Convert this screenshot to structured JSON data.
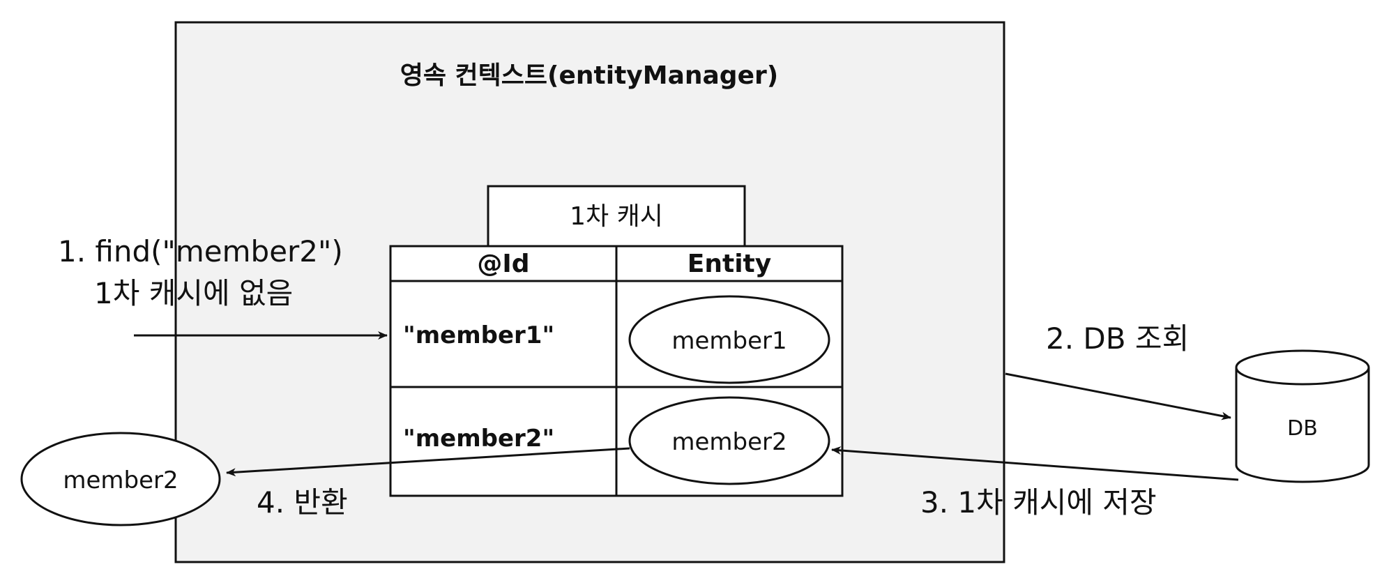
{
  "context": {
    "title": "영속 컨텍스트(entityManager)"
  },
  "cache": {
    "tab_label": "1차 캐시",
    "header_id": "@Id",
    "header_entity": "Entity",
    "rows": [
      {
        "id": "\"member1\"",
        "entity": "member1"
      },
      {
        "id": "\"member2\"",
        "entity": "member2"
      }
    ]
  },
  "steps": {
    "step1_line1": "1. find(\"member2\")",
    "step1_line2": "1차 캐시에 없음",
    "step2": "2. DB 조회",
    "step3": "3. 1차 캐시에 저장",
    "step4": "4. 반환"
  },
  "db": {
    "label": "DB"
  },
  "returned": {
    "label": "member2"
  },
  "colors": {
    "context_fill": "#f2f2f2",
    "stroke": "#111111",
    "white": "#ffffff"
  }
}
